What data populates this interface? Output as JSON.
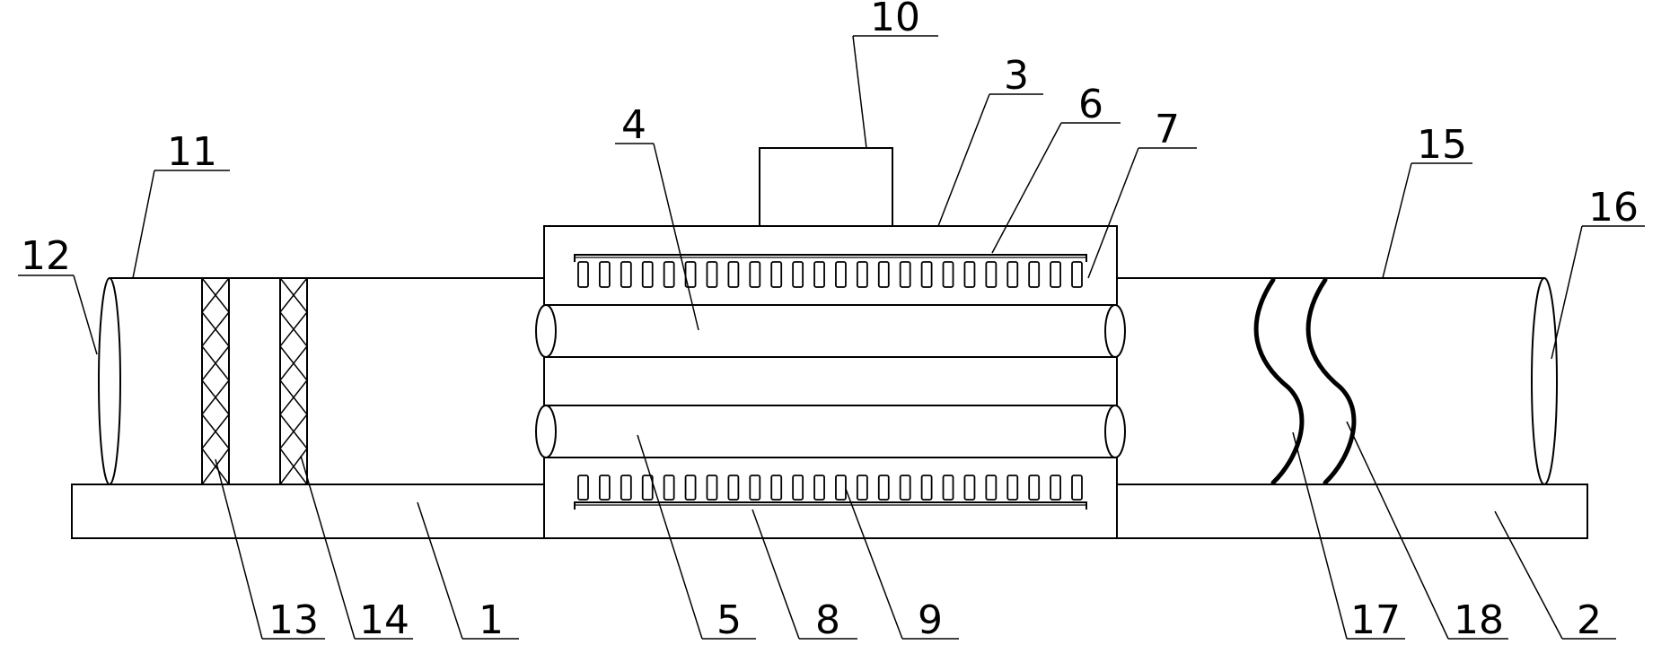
{
  "labels": {
    "l1": "1",
    "l2": "2",
    "l3": "3",
    "l4": "4",
    "l5": "5",
    "l6": "6",
    "l7": "7",
    "l8": "8",
    "l9": "9",
    "l10": "10",
    "l11": "11",
    "l12": "12",
    "l13": "13",
    "l14": "14",
    "l15": "15",
    "l16": "16",
    "l17": "17",
    "l18": "18"
  }
}
